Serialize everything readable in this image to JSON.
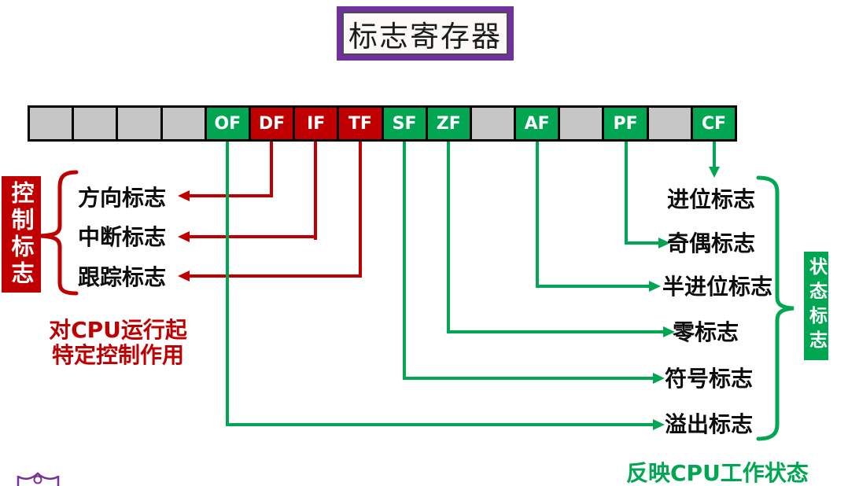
{
  "title": "标志寄存器",
  "colors": {
    "status_green": "#00A651",
    "control_red": "#C00000",
    "unused_gray": "#C6C6C6",
    "title_purple": "#7030A0"
  },
  "register": {
    "cells": [
      {
        "label": "",
        "type": "unused"
      },
      {
        "label": "",
        "type": "unused"
      },
      {
        "label": "",
        "type": "unused"
      },
      {
        "label": "",
        "type": "unused"
      },
      {
        "label": "OF",
        "type": "status"
      },
      {
        "label": "DF",
        "type": "control"
      },
      {
        "label": "IF",
        "type": "control"
      },
      {
        "label": "TF",
        "type": "control"
      },
      {
        "label": "SF",
        "type": "status"
      },
      {
        "label": "ZF",
        "type": "status"
      },
      {
        "label": "",
        "type": "unused"
      },
      {
        "label": "AF",
        "type": "status"
      },
      {
        "label": "",
        "type": "unused"
      },
      {
        "label": "PF",
        "type": "status"
      },
      {
        "label": "",
        "type": "unused"
      },
      {
        "label": "CF",
        "type": "status"
      }
    ]
  },
  "control_group": {
    "box_label": "控制标志",
    "items": [
      {
        "flag": "DF",
        "label": "方向标志"
      },
      {
        "flag": "IF",
        "label": "中断标志"
      },
      {
        "flag": "TF",
        "label": "跟踪标志"
      }
    ],
    "note_line1": "对CPU运行起",
    "note_line2": "特定控制作用"
  },
  "status_group": {
    "box_label": "状态标志",
    "items": [
      {
        "flag": "CF",
        "label": "进位标志"
      },
      {
        "flag": "PF",
        "label": "奇偶标志"
      },
      {
        "flag": "AF",
        "label": "半进位标志"
      },
      {
        "flag": "ZF",
        "label": "零标志"
      },
      {
        "flag": "SF",
        "label": "符号标志"
      },
      {
        "flag": "OF",
        "label": "溢出标志"
      }
    ],
    "note": "反映CPU工作状态"
  }
}
